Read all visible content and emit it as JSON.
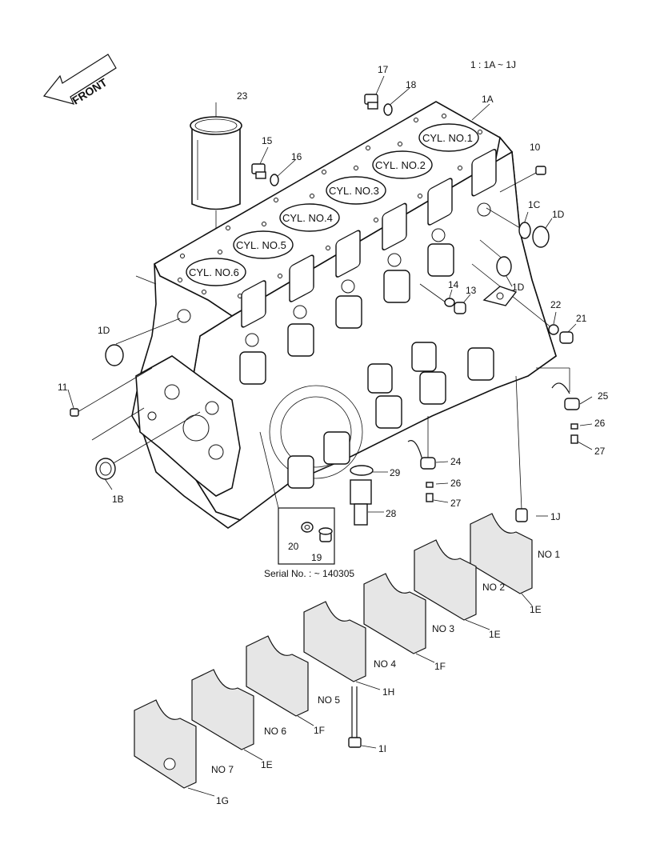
{
  "front_label": "FRONT",
  "range_note": "1 : 1A ~ 1J",
  "serial_note": "Serial No. : ~ 140305",
  "cylinders": [
    "CYL. NO.1",
    "CYL. NO.2",
    "CYL. NO.3",
    "CYL. NO.4",
    "CYL. NO.5",
    "CYL. NO.6"
  ],
  "callouts": {
    "p1A": "1A",
    "p1B": "1B",
    "p1C": "1C",
    "p1D_a": "1D",
    "p1D_b": "1D",
    "p1D_c": "1D",
    "p1E_a": "1E",
    "p1E_b": "1E",
    "p1E_c": "1E",
    "p1F_a": "1F",
    "p1F_b": "1F",
    "p1G": "1G",
    "p1H": "1H",
    "p1I": "1I",
    "p1J": "1J",
    "p10": "10",
    "p11": "11",
    "p13": "13",
    "p14": "14",
    "p15": "15",
    "p16": "16",
    "p17": "17",
    "p18": "18",
    "p19": "19",
    "p20": "20",
    "p21": "21",
    "p22": "22",
    "p23": "23",
    "p24": "24",
    "p25": "25",
    "p26_a": "26",
    "p26_b": "26",
    "p27_a": "27",
    "p27_b": "27",
    "p28": "28",
    "p29": "29"
  },
  "bearing_caps": [
    "NO 1",
    "NO 2",
    "NO 3",
    "NO  4",
    "NO 5",
    "NO 6",
    "NO 7"
  ]
}
